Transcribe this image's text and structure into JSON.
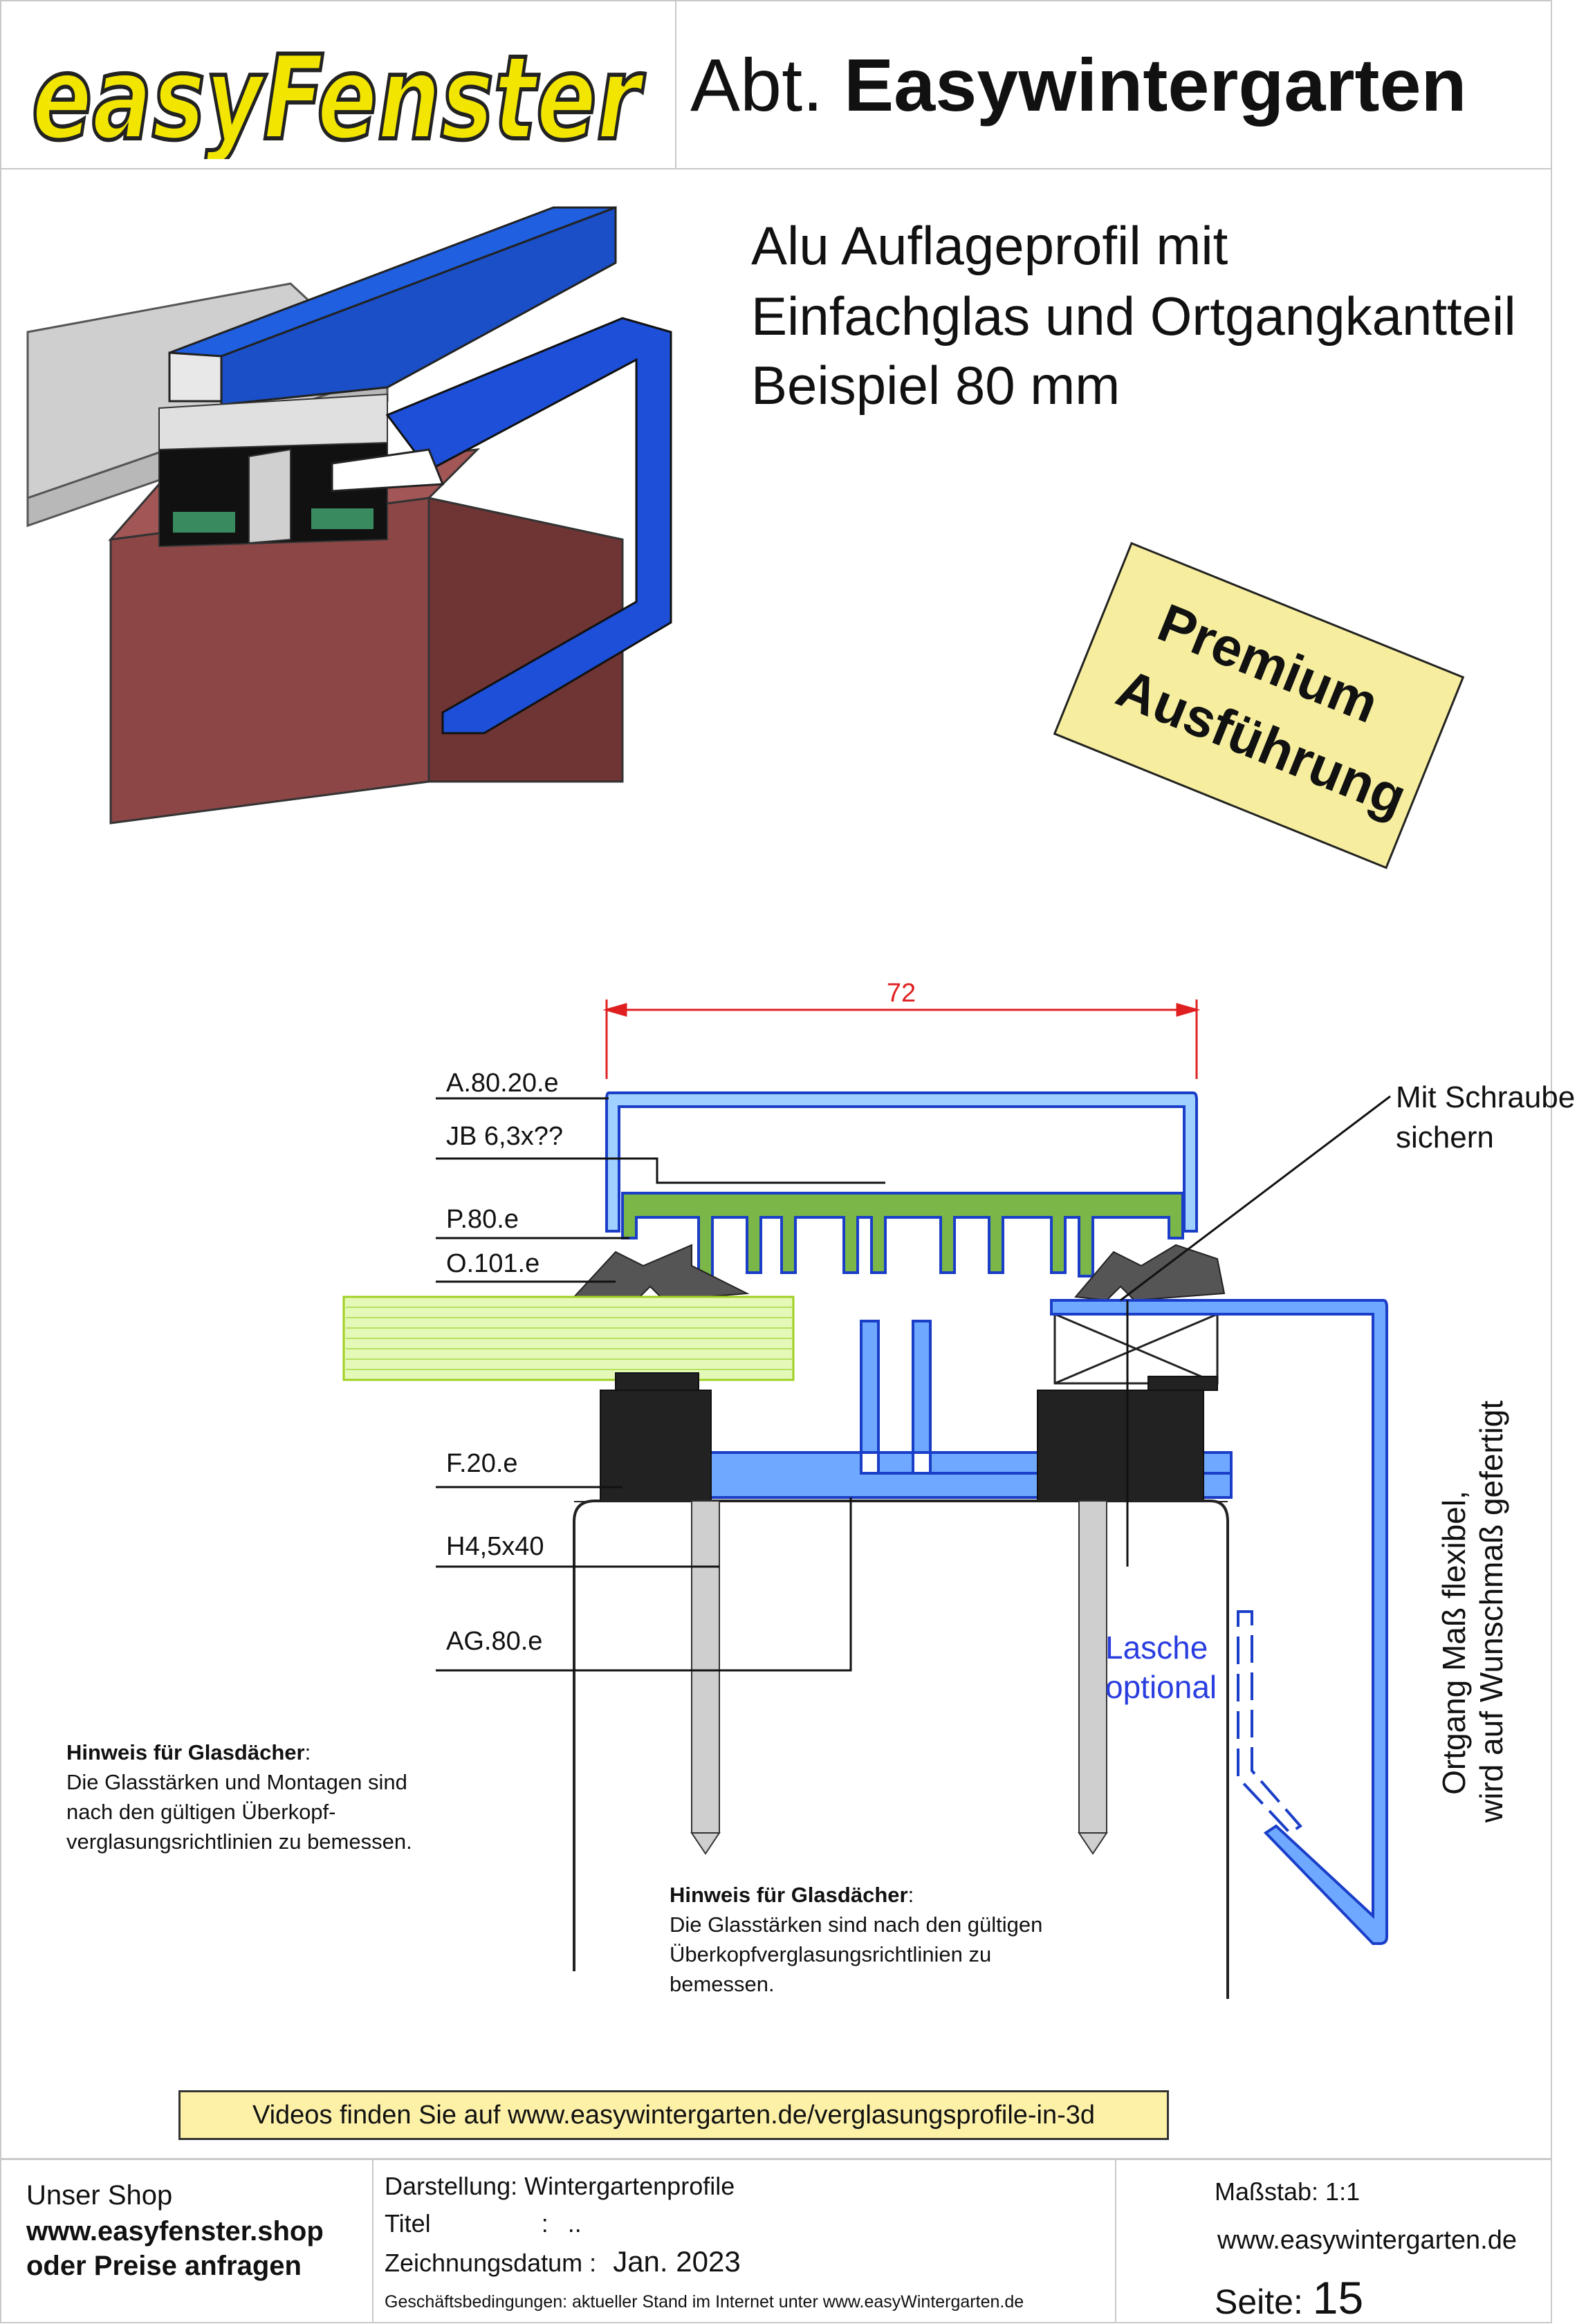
{
  "header": {
    "logo_text": "easyFenster",
    "dept_prefix": "Abt.",
    "dept_name": "Easywintergarten"
  },
  "title": {
    "line1": "Alu Auflageprofil mit",
    "line2": "Einfachglas und Ortgangkantteil",
    "line3": "Beispiel 80 mm"
  },
  "badge": {
    "line1": "Premium",
    "line2": "Ausführung"
  },
  "drawing": {
    "dimension": "72",
    "labels": {
      "a80": "A.80.20.e",
      "jb": "JB 6,3x??",
      "p80": "P.80.e",
      "o101": "O.101.e",
      "f20": "F.20.e",
      "h45": "H4,5x40",
      "ag80": "AG.80.e"
    },
    "screw_note": {
      "line1": "Mit Schraube",
      "line2": "sichern"
    },
    "lasche": {
      "line1": "Lasche",
      "line2": "optional"
    },
    "ortgang": {
      "line1": "Ortgang Maß flexibel,",
      "line2": "wird auf Wunschmaß gefertigt"
    },
    "colors": {
      "profile_blue": "#1f4fe0",
      "seal_green": "#7ab648",
      "glass_green": "#d8f5a0",
      "wall_brown": "#8c4040"
    }
  },
  "notes": {
    "left": {
      "title": "Hinweis für Glasdächer",
      "colon": ":",
      "l1": "Die Glasstärken und Montagen sind",
      "l2": "nach den gültigen Überkopf-",
      "l3": "verglasungsrichtlinien zu bemessen."
    },
    "center": {
      "title": "Hinweis für Glasdächer",
      "colon": ":",
      "l1": "Die Glasstärken sind nach den gültigen",
      "l2": "Überkopfverglasungsrichtlinien zu",
      "l3": "bemessen."
    }
  },
  "video_banner": "Videos finden Sie auf www.easywintergarten.de/verglasungsprofile-in-3d",
  "footer": {
    "shop_label": "Unser Shop",
    "shop_url": "www.easyfenster.shop",
    "shop_cta": "oder Preise anfragen",
    "darstellung": "Darstellung: Wintergartenprofile",
    "titel_label": "Titel",
    "titel_colon": ":",
    "titel_value": "..",
    "datum_label": "Zeichnungsdatum :",
    "datum_value": "Jan. 2023",
    "terms": "Geschäftsbedingungen: aktueller Stand im Internet  unter www.easyWintergarten.de",
    "scale": "Maßstab: 1:1",
    "site": "www.easywintergarten.de",
    "page_label": "Seite:",
    "page_number": "15"
  }
}
